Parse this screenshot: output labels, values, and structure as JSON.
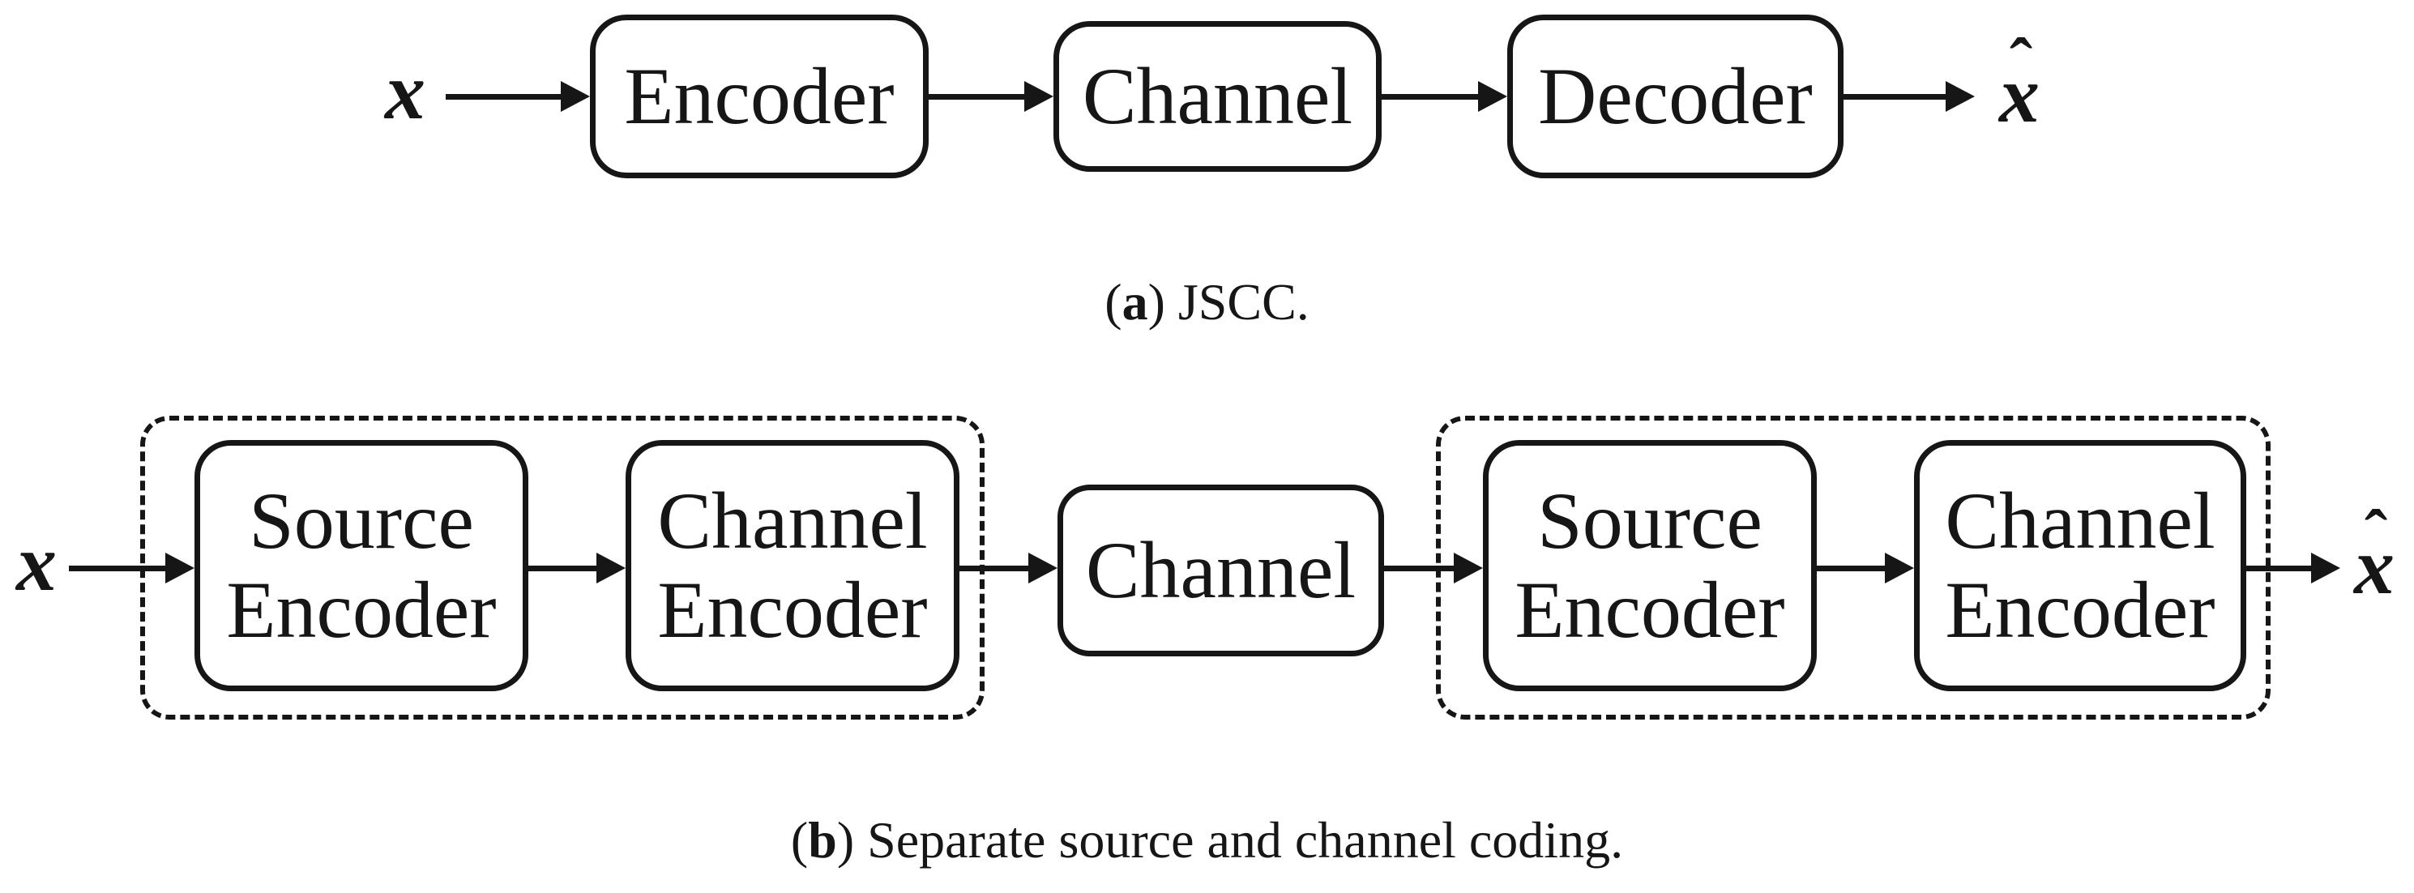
{
  "colors": {
    "ink": "#161616",
    "background": "#ffffff"
  },
  "panel_a": {
    "input_label": "x",
    "output_label": "x",
    "output_hat": "ˆ",
    "blocks": [
      {
        "label": "Encoder"
      },
      {
        "label": "Channel"
      },
      {
        "label": "Decoder"
      }
    ],
    "caption": {
      "open": "(",
      "letter": "a",
      "close": ")",
      "text": "JSCC."
    }
  },
  "panel_b": {
    "input_label": "x",
    "output_label": "x",
    "output_hat": "ˆ",
    "transmitter": {
      "source_encoder": {
        "line1": "Source",
        "line2": "Encoder"
      },
      "channel_encoder": {
        "line1": "Channel",
        "line2": "Encoder"
      }
    },
    "channel": {
      "label": "Channel"
    },
    "receiver": {
      "source_encoder": {
        "line1": "Source",
        "line2": "Encoder"
      },
      "channel_encoder": {
        "line1": "Channel",
        "line2": "Encoder"
      }
    },
    "caption": {
      "open": "(",
      "letter": "b",
      "close": ")",
      "text": "Separate source and channel coding."
    }
  }
}
